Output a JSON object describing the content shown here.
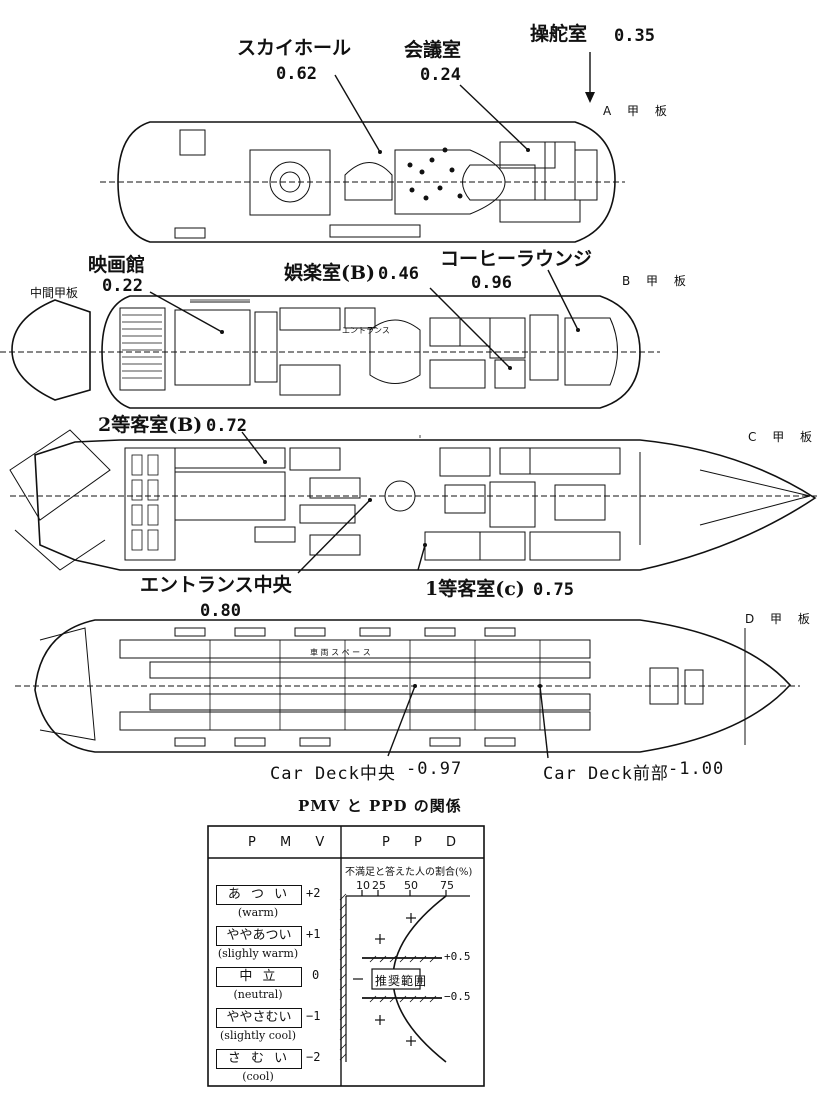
{
  "diagram": {
    "deck_labels": {
      "a": "A 甲 板",
      "b": "B 甲 板",
      "c": "C 甲 板",
      "d": "D 甲 板",
      "mid": "中間甲板"
    },
    "callouts": [
      {
        "name": "スカイホール",
        "value": "0.62"
      },
      {
        "name": "会議室",
        "value": "0.24"
      },
      {
        "name": "操舵室",
        "value": "0.35"
      },
      {
        "name": "映画館",
        "value": "0.22"
      },
      {
        "name": "娯楽室(B)",
        "value": "0.46"
      },
      {
        "name": "コーヒーラウンジ",
        "value": "0.96"
      },
      {
        "name": "2等客室(B)",
        "value": "0.72"
      },
      {
        "name": "エントランス中央",
        "value": "0.80"
      },
      {
        "name": "1等客室(c)",
        "value": "0.75"
      },
      {
        "name": "Car Deck中央",
        "value": "-0.97"
      },
      {
        "name": "Car Deck前部",
        "value": "-1.00"
      }
    ],
    "plan_text": {
      "entrance": "エントランス",
      "car_space": "車 両 ス ペ ー ス"
    }
  },
  "table": {
    "title": "PMV と PPD の関係",
    "col_pmv": "P M V",
    "col_ppd": "P P D",
    "ppd_axis_title": "不満足と答えた人の割合(%)",
    "ppd_ticks": [
      "10",
      "25",
      "50",
      "75"
    ],
    "rows": [
      {
        "label": "あ つ い",
        "value": "+2",
        "eng": "(warm)"
      },
      {
        "label": "ややあつい",
        "value": "+1",
        "eng": "(slighly warm)"
      },
      {
        "label": "中 立",
        "value": "0",
        "eng": "(neutral)"
      },
      {
        "label": "ややさむい",
        "value": "−1",
        "eng": "(slightly cool)"
      },
      {
        "label": "さ む い",
        "value": "−2",
        "eng": "(cool)"
      }
    ],
    "range_label": "推奨範囲",
    "range_upper": "+0.5",
    "range_lower": "−0.5"
  }
}
